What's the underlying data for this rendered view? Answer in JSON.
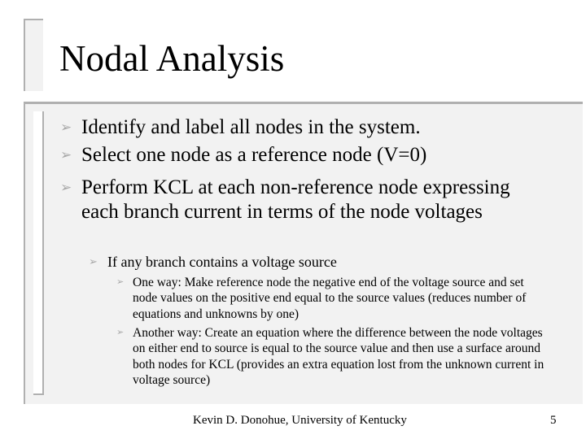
{
  "slide": {
    "title": "Nodal Analysis",
    "bullet_glyph": "➢",
    "bullets": [
      {
        "text": "Identify and label all nodes in the system."
      },
      {
        "text": "Select one node as a reference node (V=0)"
      },
      {
        "text": "Perform KCL at each non-reference node expressing each branch current in terms of the node voltages"
      }
    ],
    "sub_bullet": {
      "text": "If any branch contains a voltage source",
      "items": [
        {
          "text": "One way: Make reference node the negative end of the voltage source and set node values on the positive end equal to the source values (reduces number of equations and unknowns by one)"
        },
        {
          "text": "Another way: Create an equation where the difference between the node voltages on either end to source is equal to the source value and then use a surface around both nodes for KCL (provides an extra equation lost from the unknown current in voltage source)"
        }
      ]
    }
  },
  "footer": {
    "author": "Kevin D. Donohue, University of Kentucky",
    "page_number": "5"
  },
  "colors": {
    "frame_fill": "#f2f2f2",
    "frame_border": "#b0b0b0",
    "bullet": "#a8a8a8",
    "text": "#000000"
  }
}
